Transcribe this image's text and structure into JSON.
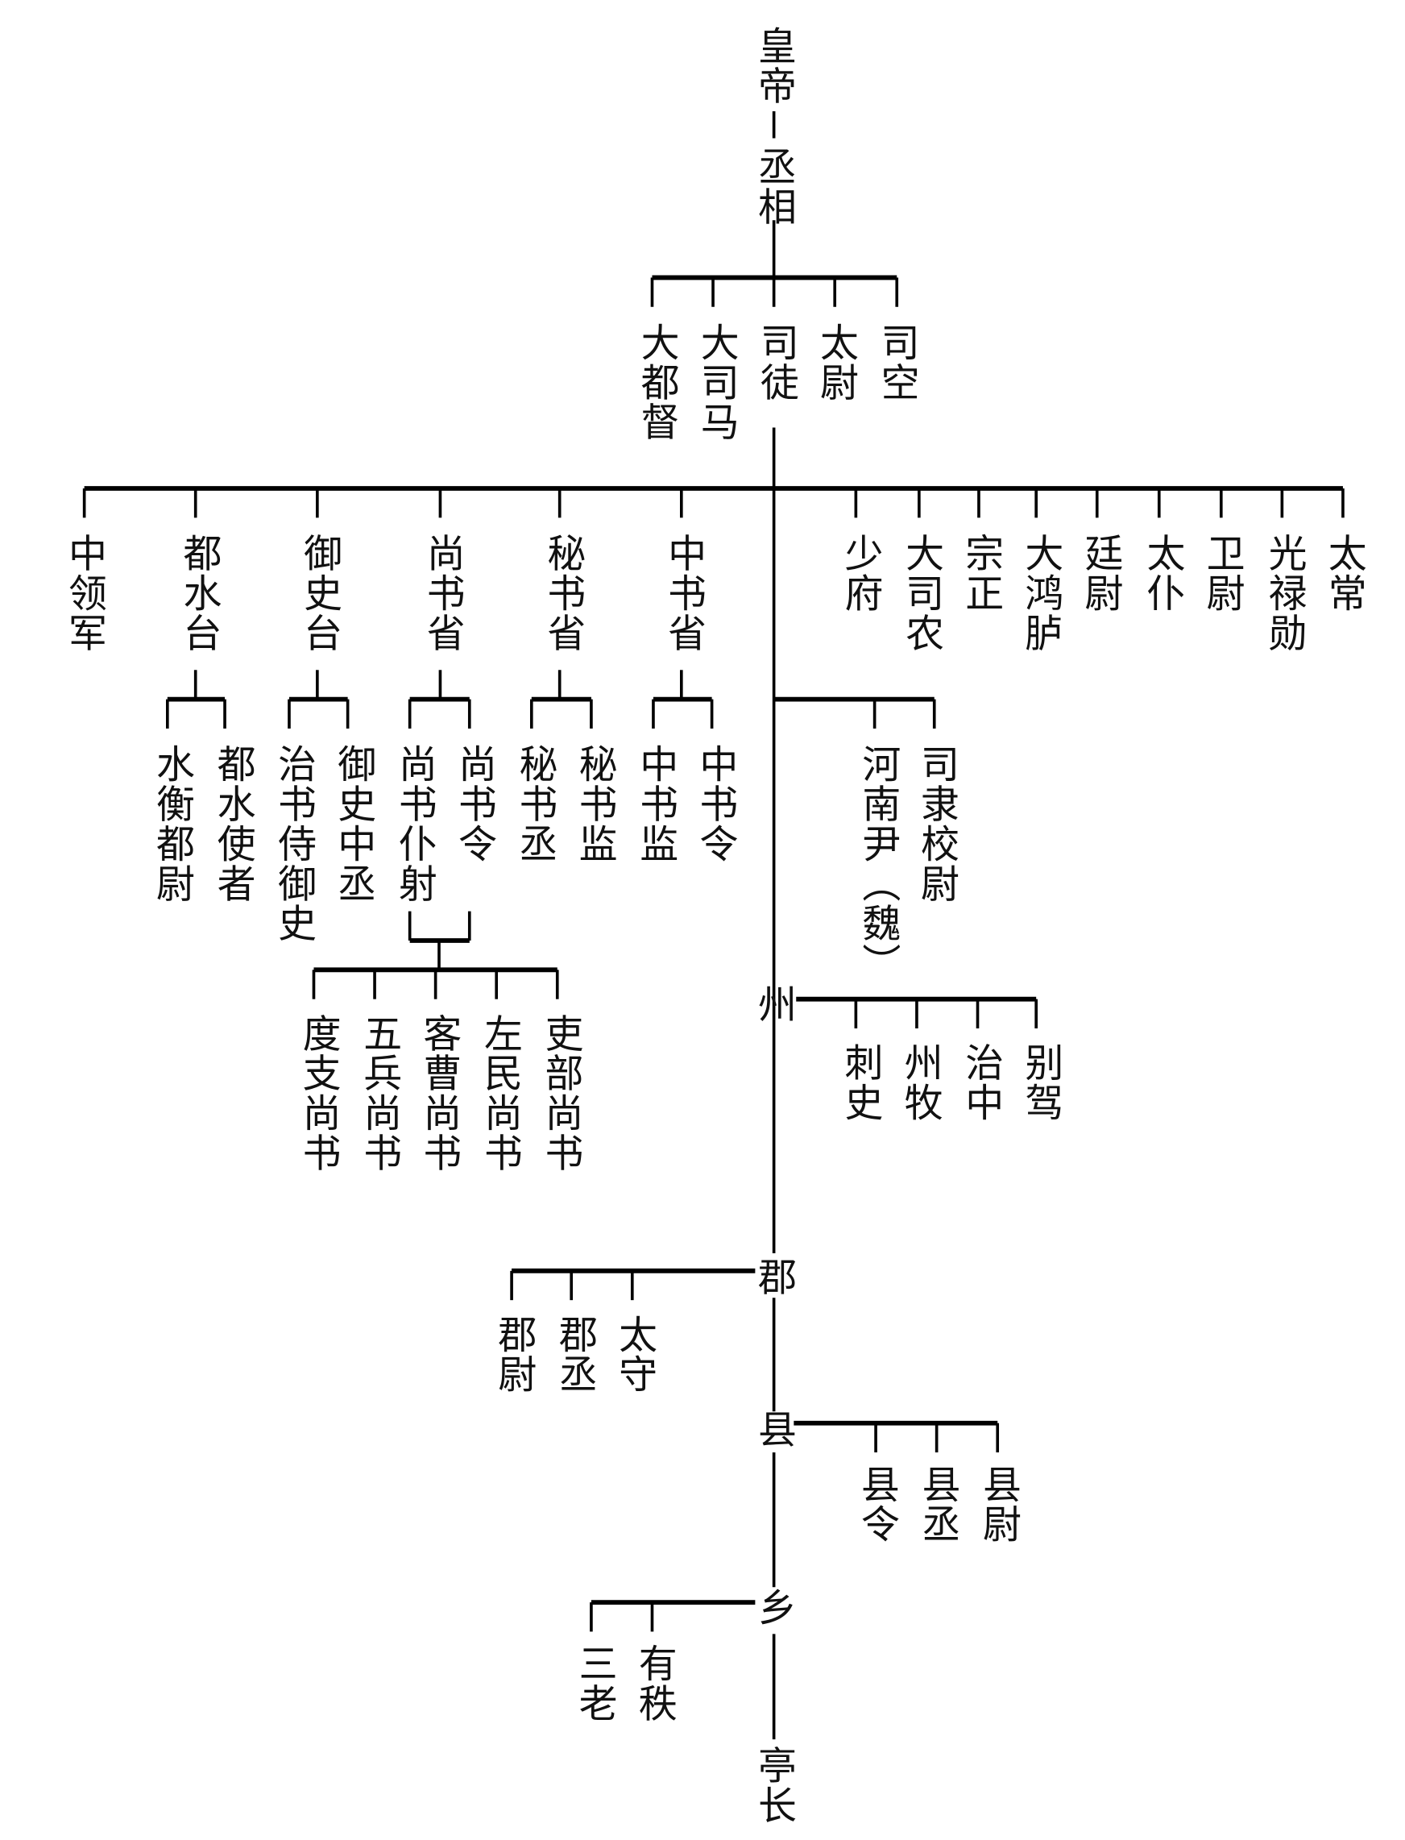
{
  "top": {
    "emperor": "皇帝",
    "chancellor": "丞相"
  },
  "ministers": [
    "大都督",
    "大司马",
    "司徒",
    "太尉",
    "司空"
  ],
  "left_offices": [
    "中领军",
    "都水台",
    "御史台",
    "尚书省",
    "秘书省",
    "中书省"
  ],
  "nine_ministers": [
    "少府",
    "大司农",
    "宗正",
    "大鸿胪",
    "廷尉",
    "太仆",
    "卫尉",
    "光禄勋",
    "太常"
  ],
  "sub_offices": [
    "水衡都尉",
    "都水使者",
    "治书侍御史",
    "御史中丞",
    "尚书仆射",
    "尚书令",
    "秘书丞",
    "秘书监",
    "中书监",
    "中书令",
    "河南尹（魏）",
    "司隶校尉"
  ],
  "shangshu_departments": [
    "度支尚书",
    "五兵尚书",
    "客曹尚书",
    "左民尚书",
    "吏部尚书"
  ],
  "local": {
    "zhou": "州",
    "zhou_officials": [
      "刺史",
      "州牧",
      "治中",
      "别驾"
    ],
    "jun": "郡",
    "jun_officials": [
      "郡尉",
      "郡丞",
      "太守"
    ],
    "xian": "县",
    "xian_officials": [
      "县令",
      "县丞",
      "县尉"
    ],
    "xiang": "乡",
    "xiang_officials": [
      "三老",
      "有秩"
    ],
    "ting": "亭长"
  }
}
